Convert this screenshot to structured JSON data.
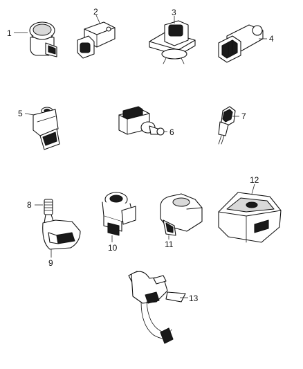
{
  "parts": [
    {
      "id": "part-1",
      "label": "1"
    },
    {
      "id": "part-2",
      "label": "2"
    },
    {
      "id": "part-3",
      "label": "3"
    },
    {
      "id": "part-4",
      "label": "4"
    },
    {
      "id": "part-5",
      "label": "5"
    },
    {
      "id": "part-6",
      "label": "6"
    },
    {
      "id": "part-7",
      "label": "7"
    },
    {
      "id": "part-8",
      "label": "8"
    },
    {
      "id": "part-9",
      "label": "9"
    },
    {
      "id": "part-10",
      "label": "10"
    },
    {
      "id": "part-11",
      "label": "11"
    },
    {
      "id": "part-12",
      "label": "12"
    },
    {
      "id": "part-13",
      "label": "13"
    }
  ]
}
